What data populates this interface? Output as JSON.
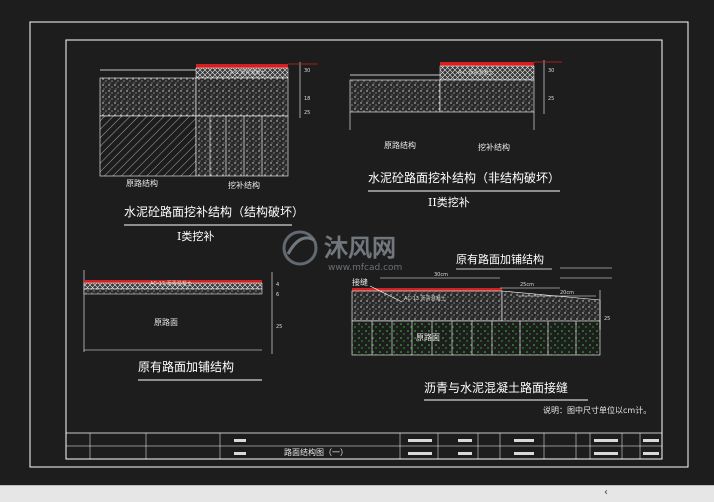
{
  "drawing": {
    "section1": {
      "title": "水泥砼路面挖补结构（结构破坏）",
      "subtitle": "I类挖补",
      "label_left": "原路结构",
      "label_right": "挖补结构"
    },
    "section2": {
      "title": "水泥砼路面挖补结构（非结构破坏）",
      "subtitle": "II类挖补",
      "label_left": "原路结构",
      "label_right": "挖补结构"
    },
    "section3": {
      "title": "原有路面加铺结构",
      "bottom_label": "原路面"
    },
    "section4": {
      "title": "原有路面加铺结构",
      "label_joint": "接缝",
      "label_base": "原路面"
    },
    "section5": {
      "title": "沥青与水泥混凝土路面接缝"
    },
    "note": "说明：图中尺寸单位以cm计。",
    "title_block": {
      "center": "路面结构图（一）"
    }
  },
  "watermark": {
    "brand": "沐风网",
    "url": "www.mfcad.com"
  },
  "colors": {
    "frame": "#ffffff",
    "red": "#d42020",
    "green": "#33cc33",
    "bg": "#1d1d1d"
  }
}
